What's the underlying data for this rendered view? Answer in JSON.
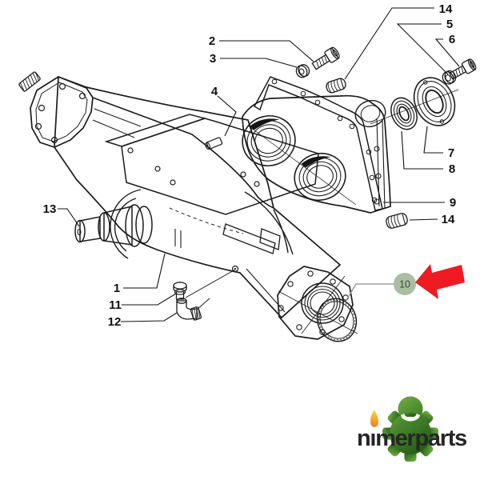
{
  "diagram": {
    "type": "exploded-parts-diagram",
    "subject": "rear axle housing assembly",
    "callouts": {
      "c1": "1",
      "c2": "2",
      "c3": "3",
      "c4": "4",
      "c5": "5",
      "c6": "6",
      "c7": "7",
      "c8": "8",
      "c9": "9",
      "c10": "10",
      "c11": "11",
      "c12": "12",
      "c13": "13",
      "c14a": "14",
      "c14b": "14"
    }
  },
  "highlight": {
    "label": "10",
    "circle_color": "#a9bea2",
    "label_color": "#3d493d",
    "arrow_color": "#ee1b23",
    "leader_color": "#8f8f8f"
  },
  "logo": {
    "wordmark": "nimerparts",
    "part1": "n",
    "part2": "ı",
    "part3": "merparts",
    "text_color": "#262626",
    "gear_light": "#7cb34a",
    "gear_mid": "#48882c",
    "gear_dark": "#28601a",
    "flame_top": "#ffd84a",
    "flame_bottom": "#ef7f17"
  }
}
